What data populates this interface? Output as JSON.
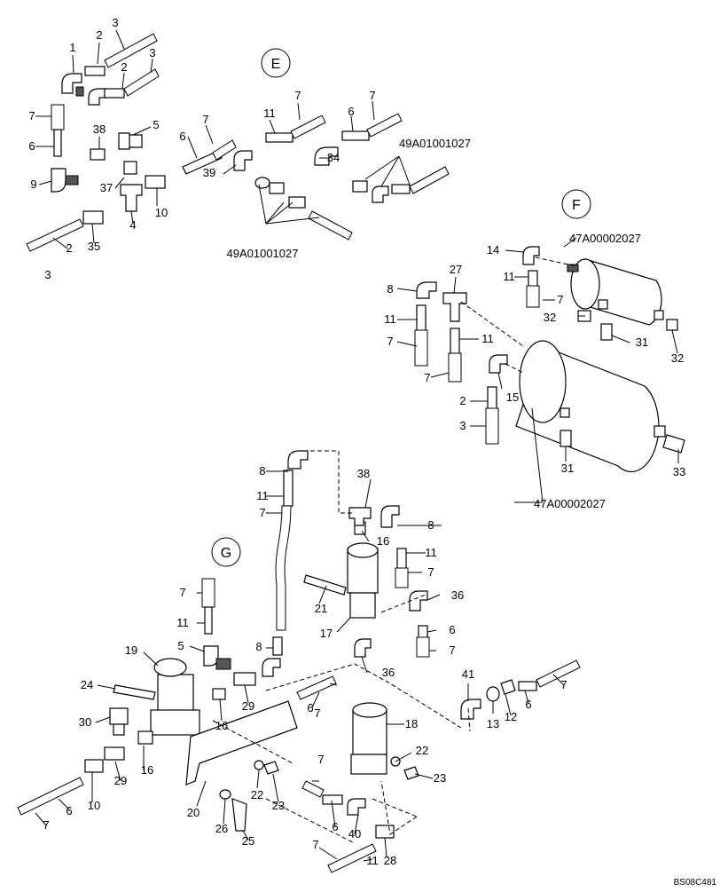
{
  "sections": [
    "E",
    "F",
    "G"
  ],
  "part_codes": {
    "check_valve_group_top": "49A01001027",
    "check_valve_group_bottom": "49A01001027",
    "tank_small": "47A00002027",
    "tank_large": "47A00002027"
  },
  "reference": "BS08C481",
  "callouts": [
    "1",
    "2",
    "3",
    "2",
    "3",
    "7",
    "6",
    "9",
    "38",
    "5",
    "37",
    "4",
    "10",
    "35",
    "2",
    "3",
    "6",
    "7",
    "39",
    "11",
    "7",
    "6",
    "7",
    "34",
    "8",
    "11",
    "7",
    "27",
    "14",
    "11",
    "7",
    "32",
    "31",
    "32",
    "11",
    "7",
    "2",
    "15",
    "3",
    "31",
    "33",
    "8",
    "11",
    "7",
    "38",
    "16",
    "8",
    "11",
    "7",
    "21",
    "17",
    "36",
    "6",
    "7",
    "36",
    "19",
    "7",
    "11",
    "5",
    "8",
    "24",
    "16",
    "29",
    "6",
    "7",
    "30",
    "16",
    "29",
    "10",
    "6",
    "7",
    "20",
    "22",
    "23",
    "26",
    "25",
    "18",
    "22",
    "23",
    "7",
    "6",
    "40",
    "7",
    "11",
    "28",
    "41",
    "13",
    "12",
    "6",
    "7"
  ]
}
